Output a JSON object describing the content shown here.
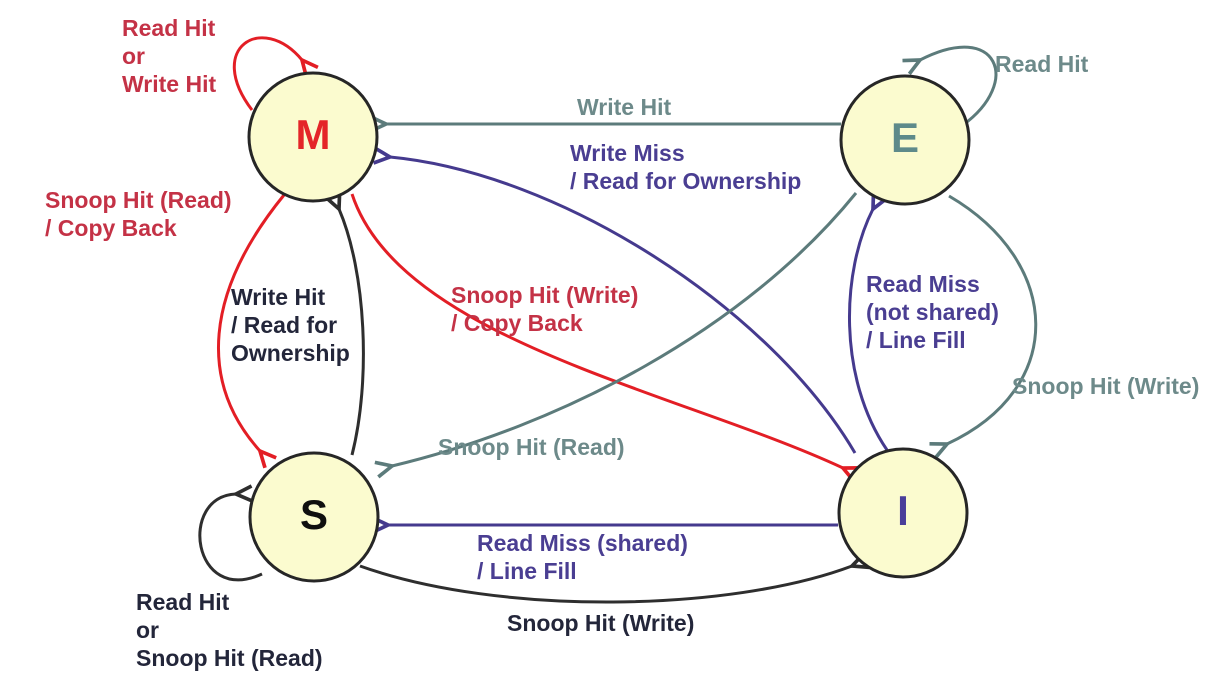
{
  "diagram": {
    "type": "state-transition-diagram",
    "nodes": {
      "m": {
        "label": "M"
      },
      "e": {
        "label": "E"
      },
      "s": {
        "label": "S"
      },
      "i": {
        "label": "I"
      }
    },
    "labels": {
      "m_self": "Read Hit\nor\nWrite Hit",
      "e_self": "Read Hit",
      "s_self": "Read Hit\nor\nSnoop Hit (Read)",
      "e_to_m": "Write Hit",
      "i_to_m": "Write Miss\n/ Read for Ownership",
      "m_to_s": "Snoop Hit (Read)\n/ Copy Back",
      "s_to_m": "Write Hit\n/ Read for\nOwnership",
      "m_to_i": "Snoop Hit (Write)\n/ Copy Back",
      "i_to_e": "Read Miss\n(not shared)\n/ Line Fill",
      "e_to_i": "Snoop Hit (Write)",
      "e_to_s": "Snoop Hit (Read)",
      "i_to_s": "Read Miss (shared)\n/ Line Fill",
      "s_to_i": "Snoop Hit (Write)"
    }
  },
  "colors": {
    "node-fill": "#FBFBCF",
    "node-border": "#262626",
    "red-arrow": "#E31E25",
    "red-text": "#C43246",
    "gray-arrow": "#5C7B7B",
    "gray-text": "#6D8A8A",
    "purple-arrow": "#453A8E",
    "purple-text": "#4A3E92",
    "black-arrow": "#2E2E2E",
    "black-text": "#23263A",
    "letter-m": "#E42528",
    "letter-e": "#5E8A8A",
    "letter-s": "#0F0F0F",
    "letter-i": "#4A3E9A"
  }
}
